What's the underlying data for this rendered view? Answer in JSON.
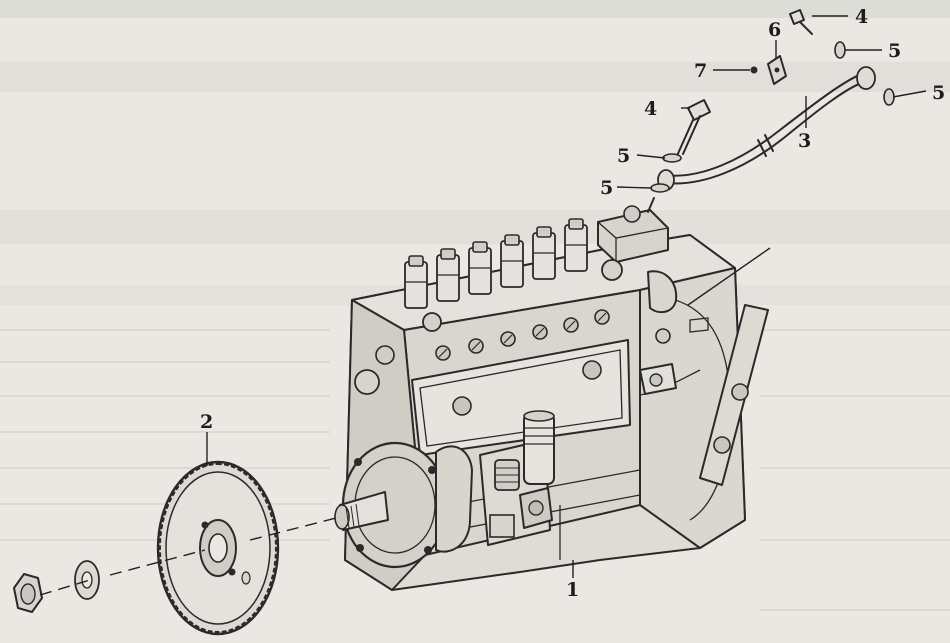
{
  "diagram": {
    "callouts": [
      {
        "id": "c1",
        "label": "1"
      },
      {
        "id": "c2",
        "label": "2"
      },
      {
        "id": "c3",
        "label": "3"
      },
      {
        "id": "c4a",
        "label": "4"
      },
      {
        "id": "c4b",
        "label": "4"
      },
      {
        "id": "c5a",
        "label": "5"
      },
      {
        "id": "c5b",
        "label": "5"
      },
      {
        "id": "c5c",
        "label": "5"
      },
      {
        "id": "c5d",
        "label": "5"
      },
      {
        "id": "c6",
        "label": "6"
      },
      {
        "id": "c7",
        "label": "7"
      }
    ]
  },
  "colors": {
    "paper": "#e9e8e3",
    "ink": "#2a2a2a",
    "body_fill": "#dedcd5",
    "shade": "#c9c7c0"
  }
}
